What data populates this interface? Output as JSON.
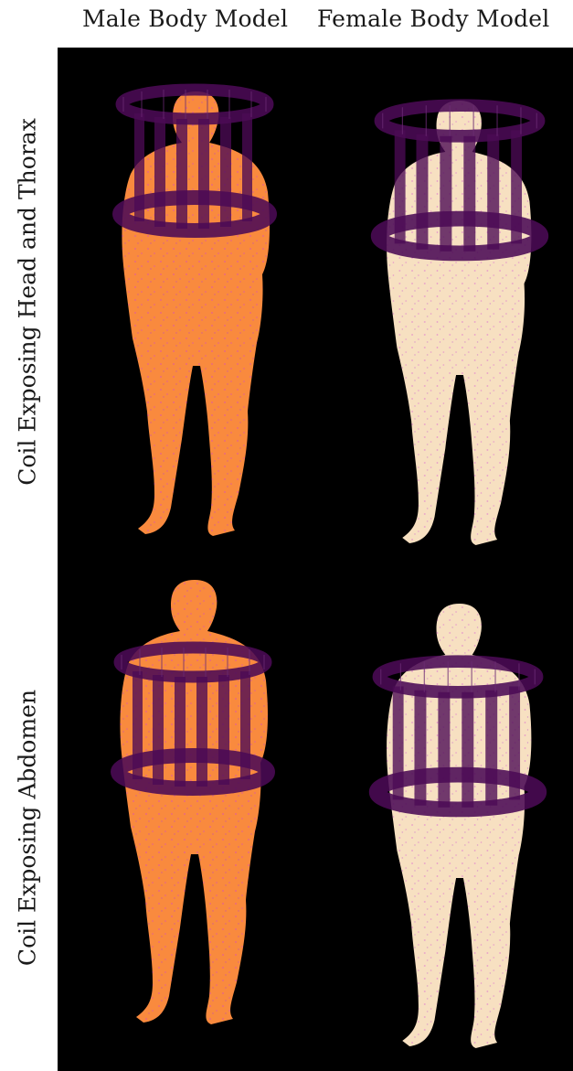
{
  "columns": {
    "male": "Male Body Model",
    "female": "Female Body Model"
  },
  "rows": {
    "top": "Coil Exposing Head and Thorax",
    "bottom": "Coil Exposing Abdomen"
  },
  "colors": {
    "background": "#000000",
    "male_body": "#f98a3e",
    "female_body": "#f7e0c1",
    "coil": "#4b0a55",
    "speckle": "#d23fd6"
  }
}
